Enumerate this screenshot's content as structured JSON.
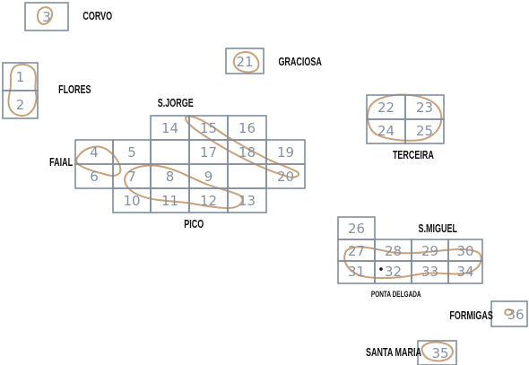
{
  "colors": {
    "grid": "#7f8d9e",
    "cell_label": "#8592a4",
    "coastline": "#c9a27a",
    "text": "#111111"
  },
  "sheets": [
    "1",
    "2",
    "3",
    "4",
    "5",
    "6",
    "7",
    "8",
    "9",
    "10",
    "11",
    "12",
    "13",
    "14",
    "15",
    "16",
    "17",
    "18",
    "19",
    "20",
    "21",
    "22",
    "23",
    "24",
    "25",
    "26",
    "27",
    "28",
    "29",
    "30",
    "31",
    "32",
    "33",
    "34",
    "35",
    "36"
  ],
  "islands": {
    "corvo": "CORVO",
    "flores": "FLORES",
    "graciosa": "GRACIOSA",
    "sjorge": "S.JORGE",
    "terceira": "TERCEIRA",
    "faial": "FAIAL",
    "pico": "PICO",
    "smiguel": "S.MIGUEL",
    "formigas": "FORMIGAS",
    "santamaria": "SANTA MARIA"
  },
  "places": {
    "ponta_delgada": "PONTA DELGADA"
  }
}
